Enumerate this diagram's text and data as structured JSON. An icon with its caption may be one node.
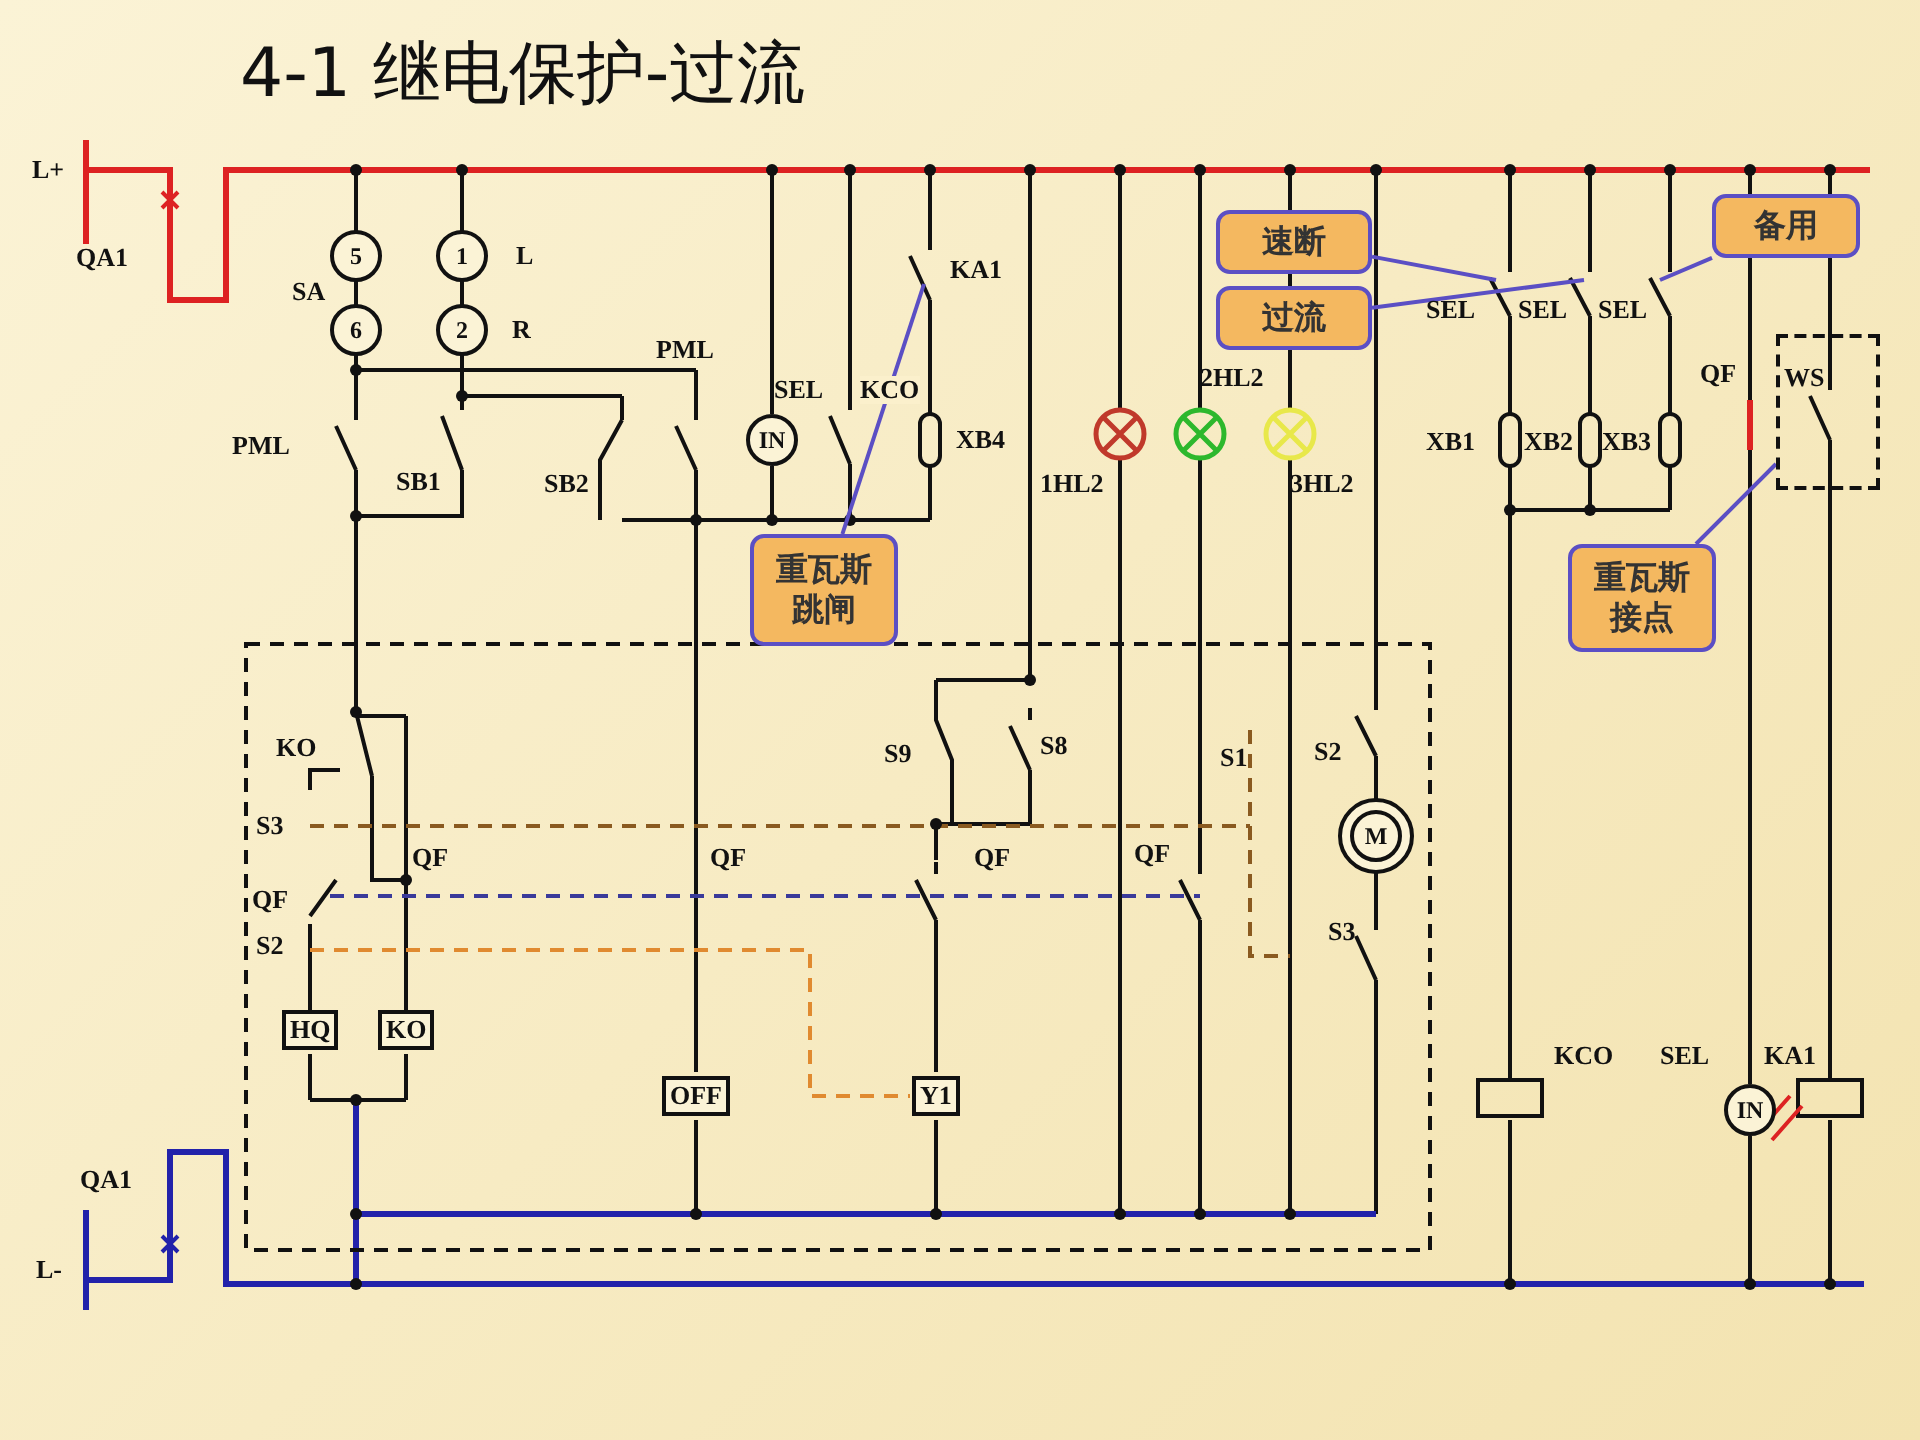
{
  "diagram": {
    "title": "4-1 继电保护-过流",
    "nodes": [
      {
        "text": [
          "速断"
        ]
      },
      {
        "text": [
          "过流"
        ]
      },
      {
        "text": [
          "备用"
        ]
      },
      {
        "text": [
          "重瓦斯跳闸"
        ]
      },
      {
        "text": [
          "重瓦斯接点"
        ]
      },
      {
        "text": [
          "WS"
        ]
      }
    ],
    "edges": [
      {
        "from": 0,
        "to": null,
        "arrow": "none"
      },
      {
        "from": 1,
        "to": null,
        "arrow": "none"
      },
      {
        "from": 2,
        "to": null,
        "arrow": "none"
      },
      {
        "from": 3,
        "to": null,
        "arrow": "none"
      },
      {
        "from": 4,
        "to": 5,
        "arrow": "none"
      }
    ],
    "labels": [
      "L+",
      "QA1",
      "5",
      "1",
      "L",
      "SA",
      "6",
      "2",
      "R",
      "KA1",
      "PML",
      "SEL",
      "KCO",
      "PML",
      "IN",
      "XB4",
      "SB1",
      "SB2",
      "2HL2",
      "1HL2",
      "3HL2",
      "SEL",
      "SEL",
      "SEL",
      "QF",
      "XB1",
      "XB2",
      "XB3",
      "KO",
      "S9",
      "S8",
      "S1",
      "S2",
      "S3",
      "QF",
      "QF",
      "QF",
      "QF",
      "M",
      "QF",
      "S2",
      "S3",
      "HQ",
      "KO",
      "OFF",
      "Y1",
      "KCO",
      "SEL",
      "KA1",
      "IN",
      "QA1",
      "L-"
    ]
  }
}
